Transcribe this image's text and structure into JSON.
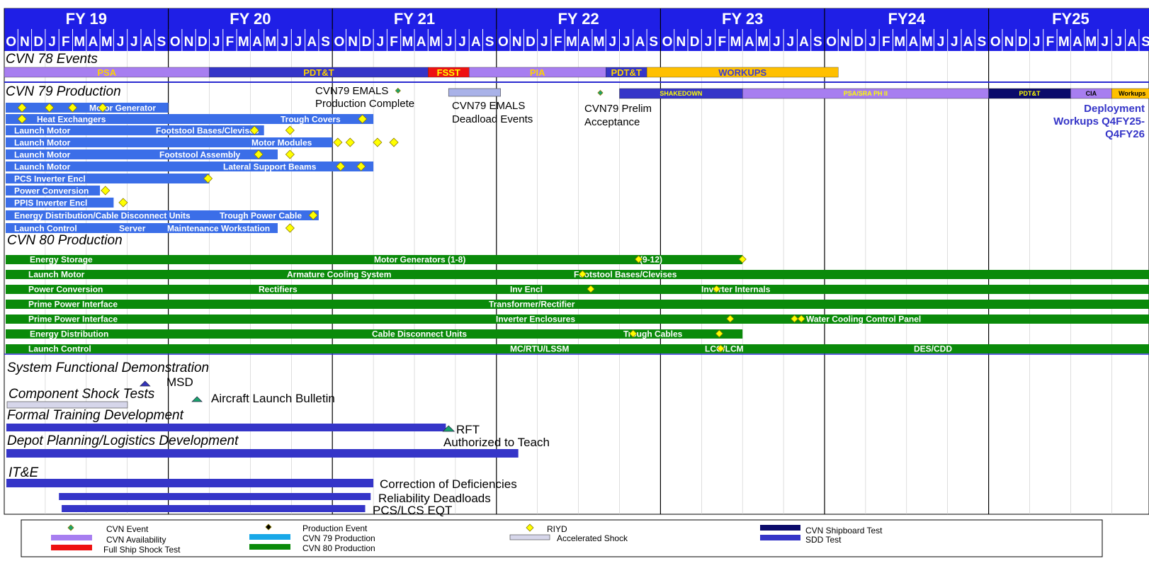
{
  "chart_data": {
    "type": "gantt",
    "timeline": {
      "fiscal_years": [
        "FY 19",
        "FY 20",
        "FY 21",
        "FY 22",
        "FY 23",
        "FY24",
        "FY25"
      ],
      "months": [
        "O",
        "N",
        "D",
        "J",
        "F",
        "M",
        "A",
        "M",
        "J",
        "J",
        "A",
        "S"
      ],
      "start": "Oct FY19"
    },
    "colors": {
      "header": "#1f1fe6",
      "cvn79": "#3b6ee8",
      "cvn80": "#0a8a0a",
      "sdd": "#3535c8",
      "availability": "#a77ef0",
      "shipboard": "#0b0b6b",
      "fsst": "#ee1111",
      "workups": "#ffc000",
      "riyd": "#ffff00",
      "event": "#1aa36b",
      "accel": "#d6d6ea"
    },
    "sections": {
      "cvn78": "CVN 78 Events",
      "cvn79": "CVN 79 Production",
      "cvn80": "CVN 80 Production",
      "sfd": "System Functional Demonstration",
      "shock": "Component Shock Tests",
      "ftd": "Formal  Training Development",
      "depot": "Depot Planning/Logistics Development",
      "ite": "IT&E"
    },
    "cvn78_bars": [
      {
        "label": "PSA",
        "start": 0,
        "end": 15
      },
      {
        "label": "PDT&T",
        "start": 15,
        "end": 31
      },
      {
        "label": "FSST",
        "start": 31,
        "end": 34
      },
      {
        "label": "PIA",
        "start": 34,
        "end": 44
      },
      {
        "label": "PDT&T",
        "start": 44,
        "end": 47
      },
      {
        "label": "WORKUPS",
        "start": 47,
        "end": 61
      }
    ],
    "cvn79_annotations": [
      "CVN79 EMALS",
      "Production  Complete",
      "CVN79 EMALS",
      "Deadload Events",
      "CVN79 Prelim",
      "Acceptance",
      "Deployment",
      "Workups Q4FY25-",
      "Q4FY26"
    ],
    "cvn79_bars": [
      {
        "label": "SHAKEDOWN",
        "start": 45,
        "end": 54
      },
      {
        "label": "PSA/SRA PH II",
        "start": 54,
        "end": 72
      },
      {
        "label": "PDT&T",
        "start": 72,
        "end": 78
      },
      {
        "label": "CIA",
        "start": 78,
        "end": 81
      },
      {
        "label": "Workups",
        "start": 81,
        "end": 84
      }
    ],
    "cvn79_rows": [
      {
        "left": "",
        "mid": "Motor Generator",
        "end": 12,
        "riyd": [
          1.3,
          3.3,
          5,
          7.2
        ]
      },
      {
        "left": "Heat Exchangers",
        "mid": "Trough Covers",
        "end": 27,
        "riyd": [
          1.3,
          26.2
        ]
      },
      {
        "left": "Launch Motor",
        "mid": "Footstool Bases/Clevises",
        "end": 19,
        "riyd": [
          18.3,
          20.9
        ]
      },
      {
        "left": "Launch Motor",
        "mid": "Motor Modules",
        "end": 24,
        "riyd": [
          24.4,
          25.3,
          27.3,
          28.5
        ]
      },
      {
        "left": "Launch Motor",
        "mid": "Footstool Assembly",
        "end": 20,
        "riyd": [
          18.6,
          20.9
        ]
      },
      {
        "left": "Launch Motor",
        "mid": "Lateral Support Beams",
        "end": 27,
        "riyd": [
          24.6,
          26.1
        ]
      },
      {
        "left": "PCS Inverter Encl",
        "mid": "",
        "end": 15,
        "riyd": [
          14.9
        ]
      },
      {
        "left": "Power Conversion",
        "mid": "",
        "end": 7,
        "riyd": [
          7.4
        ]
      },
      {
        "left": "PPIS Inverter Encl",
        "mid": "",
        "end": 8,
        "riyd": [
          8.7
        ]
      },
      {
        "left": "Energy Distribution/Cable Disconnect Units",
        "mid": "Trough Power Cable",
        "end": 23,
        "riyd": [
          22.6
        ]
      },
      {
        "left": "Launch Control",
        "mid": "Server",
        "mid2": "Maintenance Workstation",
        "end": 20,
        "riyd": [
          20.9
        ]
      }
    ],
    "cvn80_rows": [
      {
        "left": "Energy Storage",
        "mid": "Motor Generators  (1-8)",
        "mid2": "(9-12)",
        "end": 54,
        "riyd": [
          46.4,
          54
        ]
      },
      {
        "left": "Launch Motor",
        "mid": "Armature  Cooling System",
        "mid2": "Footstool Bases/Clevises",
        "end": 84,
        "riyd": [
          42.3
        ]
      },
      {
        "left": "Power Conversion",
        "mid": "Rectifiers",
        "mid2": "Inv Encl",
        "mid3": "Inverter Internals",
        "end": 84,
        "riyd": [
          42.9,
          52.1
        ]
      },
      {
        "left": "Prime Power Interface",
        "mid": "Transformer/Rectifier",
        "end": 84,
        "riyd": []
      },
      {
        "left": "Prime Power Interface",
        "mid": "Inverter Enclosures",
        "mid2": "Water Cooling Control Panel",
        "end": 84,
        "riyd": [
          53.1,
          57.8,
          58.3
        ]
      },
      {
        "left": "Energy Distribution",
        "mid": "Cable Disconnect Units",
        "mid2": "Trough  Cables",
        "end": 54,
        "riyd": [
          46,
          52.3
        ]
      },
      {
        "left": "Launch Control",
        "mid": "MC/RTU/LSSM",
        "mid2": "LCO/LCM",
        "mid3": "DES/CDD",
        "end": 84,
        "riyd": [
          52.4
        ]
      }
    ],
    "lower_annotations": {
      "msd": "MSD",
      "alb": "Aircraft Launch  Bulletin",
      "rft": "RFT",
      "att": "Authorized  to Teach",
      "cod": "Correction of Deficiencies",
      "rd": "Reliability Deadloads",
      "pcs": "PCS/LCS EQT"
    },
    "legend": [
      "CVN Event",
      "CVN Availability",
      "Full Ship Shock Test",
      "Production Event",
      "CVN 79 Production",
      "CVN 80 Production",
      "RIYD",
      "Accelerated Shock",
      "CVN Shipboard Test",
      "SDD Test"
    ]
  }
}
